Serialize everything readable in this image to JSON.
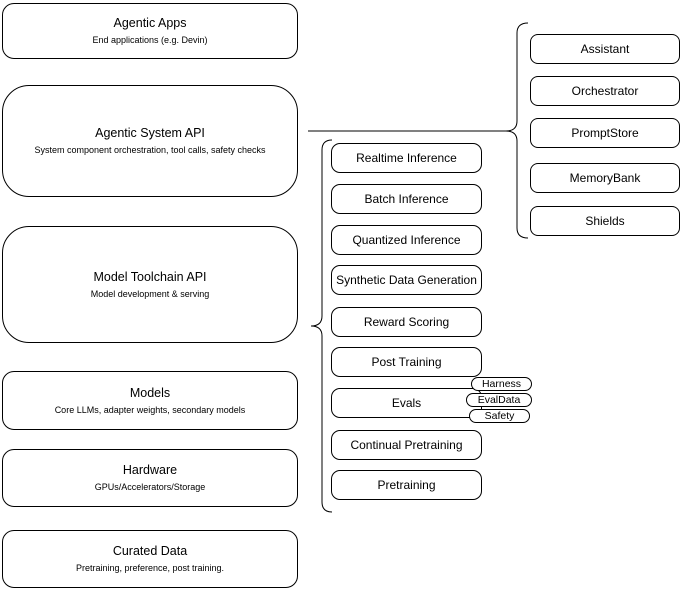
{
  "diagram": {
    "left_stack": [
      {
        "title": "Agentic Apps",
        "subtitle": "End applications (e.g. Devin)"
      },
      {
        "title": "Agentic System API",
        "subtitle": "System component orchestration, tool calls, safety checks"
      },
      {
        "title": "Model Toolchain API",
        "subtitle": "Model development & serving"
      },
      {
        "title": "Models",
        "subtitle": "Core LLMs, adapter weights, secondary models"
      },
      {
        "title": "Hardware",
        "subtitle": "GPUs/Accelerators/Storage"
      },
      {
        "title": "Curated Data",
        "subtitle": "Pretraining, preference, post training."
      }
    ],
    "toolchain_components": [
      {
        "label": "Realtime Inference"
      },
      {
        "label": "Batch Inference"
      },
      {
        "label": "Quantized Inference"
      },
      {
        "label": "Synthetic Data Generation"
      },
      {
        "label": "Reward Scoring"
      },
      {
        "label": "Post Training"
      },
      {
        "label": "Evals"
      },
      {
        "label": "Continual Pretraining"
      },
      {
        "label": "Pretraining"
      }
    ],
    "evals_tags": [
      {
        "label": "Harness"
      },
      {
        "label": "EvalData"
      },
      {
        "label": "Safety"
      }
    ],
    "system_components": [
      {
        "label": "Assistant"
      },
      {
        "label": "Orchestrator"
      },
      {
        "label": "PromptStore"
      },
      {
        "label": "MemoryBank"
      },
      {
        "label": "Shields"
      }
    ],
    "colors": {
      "stroke": "#000000",
      "fill": "#ffffff",
      "text": "#000000"
    }
  }
}
